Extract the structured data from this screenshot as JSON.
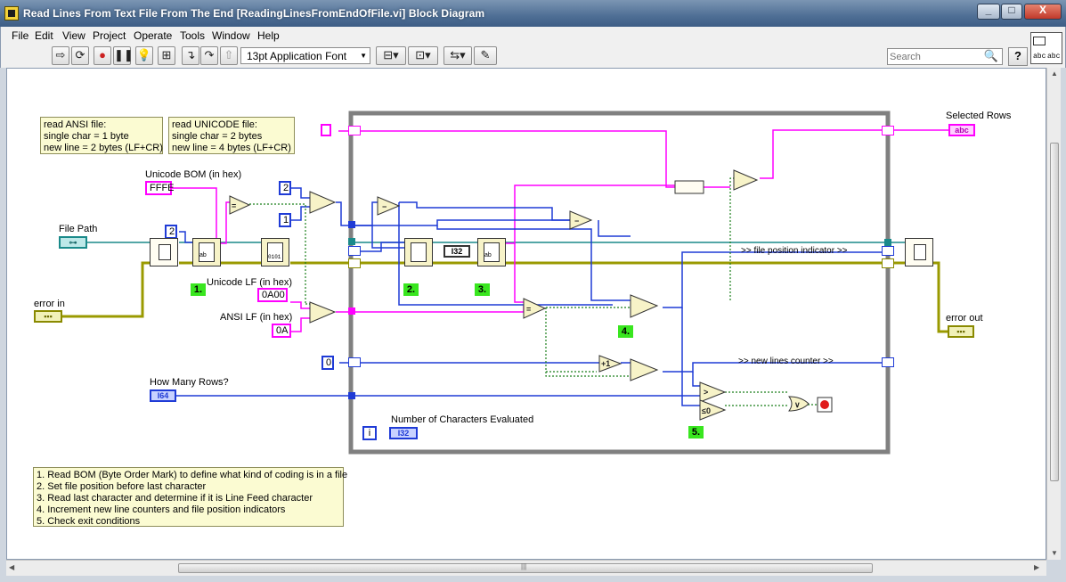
{
  "window": {
    "title": "Read Lines From Text File From The End [ReadingLinesFromEndOfFile.vi] Block Diagram",
    "controls": [
      "_",
      "□",
      "X"
    ]
  },
  "menu": [
    "File",
    "Edit",
    "View",
    "Project",
    "Operate",
    "Tools",
    "Window",
    "Help"
  ],
  "toolbar": {
    "font": "13pt Application Font",
    "search_placeholder": "Search",
    "help": "?"
  },
  "context_icon": {
    "line1": "abc",
    "line2": "abc"
  },
  "notes": {
    "ansi": "read ANSI file:\nsingle char = 1 byte\nnew line = 2 bytes (LF+CR)",
    "unicode": "read UNICODE file:\nsingle char = 2 bytes\nnew line = 4 bytes (LF+CR)",
    "steps": "1. Read BOM (Byte Order Mark) to define what kind of coding is in a file\n2. Set file position before last character\n3. Read last character and determine if it is Line Feed character\n4. Increment new line counters and file position indicators\n5. Check exit conditions"
  },
  "labels": {
    "unicode_bom": "Unicode BOM (in hex)",
    "file_path": "File Path",
    "error_in": "error in",
    "unicode_lf": "Unicode LF (in hex)",
    "ansi_lf": "ANSI LF (in hex)",
    "how_many_rows": "How Many Rows?",
    "selected_rows": "Selected Rows",
    "error_out": "error out",
    "num_chars": "Number of Characters Evaluated",
    "file_pos_indicator": ">> file position indicator >>",
    "new_lines_counter": ">> new lines counter >>"
  },
  "constants": {
    "bom": "FFFE",
    "unicode_lf": "0A00",
    "ansi_lf": "0A",
    "two_a": "2",
    "two_b": "2",
    "one": "1",
    "zero": "0",
    "i": "i"
  },
  "terminals": {
    "how_many": "I64",
    "num_chars": "I32",
    "selected": "abc",
    "i32_node": "I32"
  },
  "steps": [
    "1.",
    "2.",
    "3.",
    "4.",
    "5."
  ],
  "colors": {
    "string_wire": "#ff00ff",
    "int_wire": "#1f3bd6",
    "path_wire": "#1a8a8a",
    "error_wire": "#9a9a00",
    "bool_wire": "#1a7f1a"
  }
}
